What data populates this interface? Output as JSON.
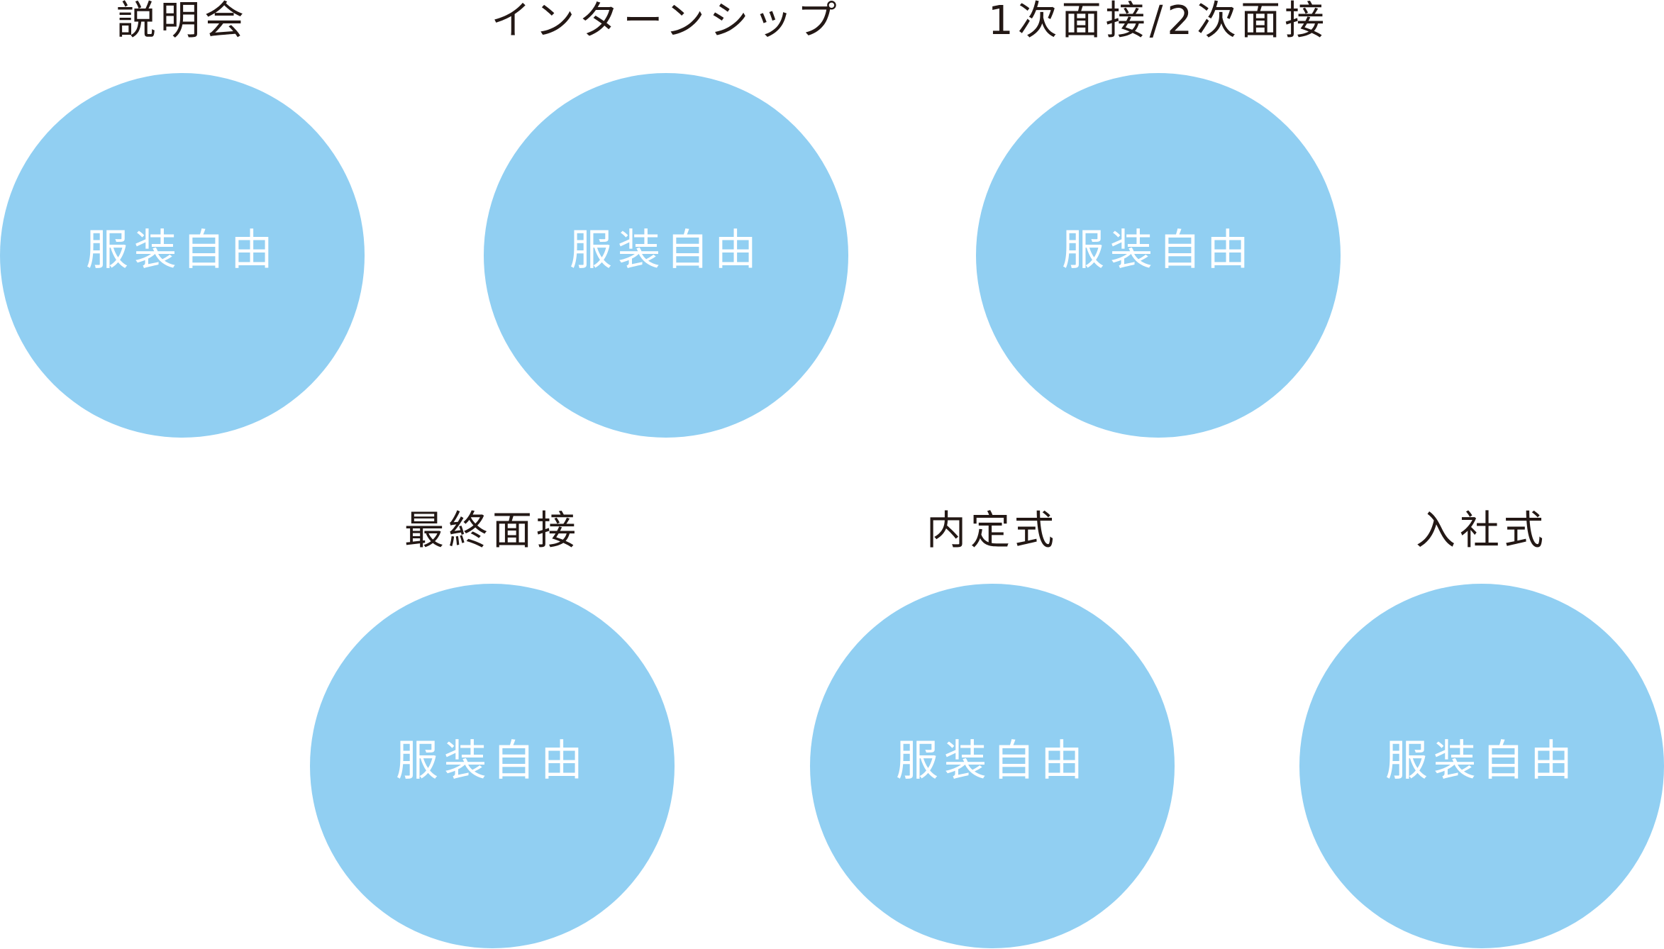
{
  "colors": {
    "circle_fill": "#91CFF2",
    "label_text": "#231815",
    "circle_text": "#FFFFFF",
    "background": "#FFFFFF"
  },
  "stages": [
    {
      "label": "説明会",
      "dress_code": "服装自由"
    },
    {
      "label": "インターンシップ",
      "dress_code": "服装自由"
    },
    {
      "label": "1次面接/2次面接",
      "dress_code": "服装自由"
    },
    {
      "label": "最終面接",
      "dress_code": "服装自由"
    },
    {
      "label": "内定式",
      "dress_code": "服装自由"
    },
    {
      "label": "入社式",
      "dress_code": "服装自由"
    }
  ]
}
